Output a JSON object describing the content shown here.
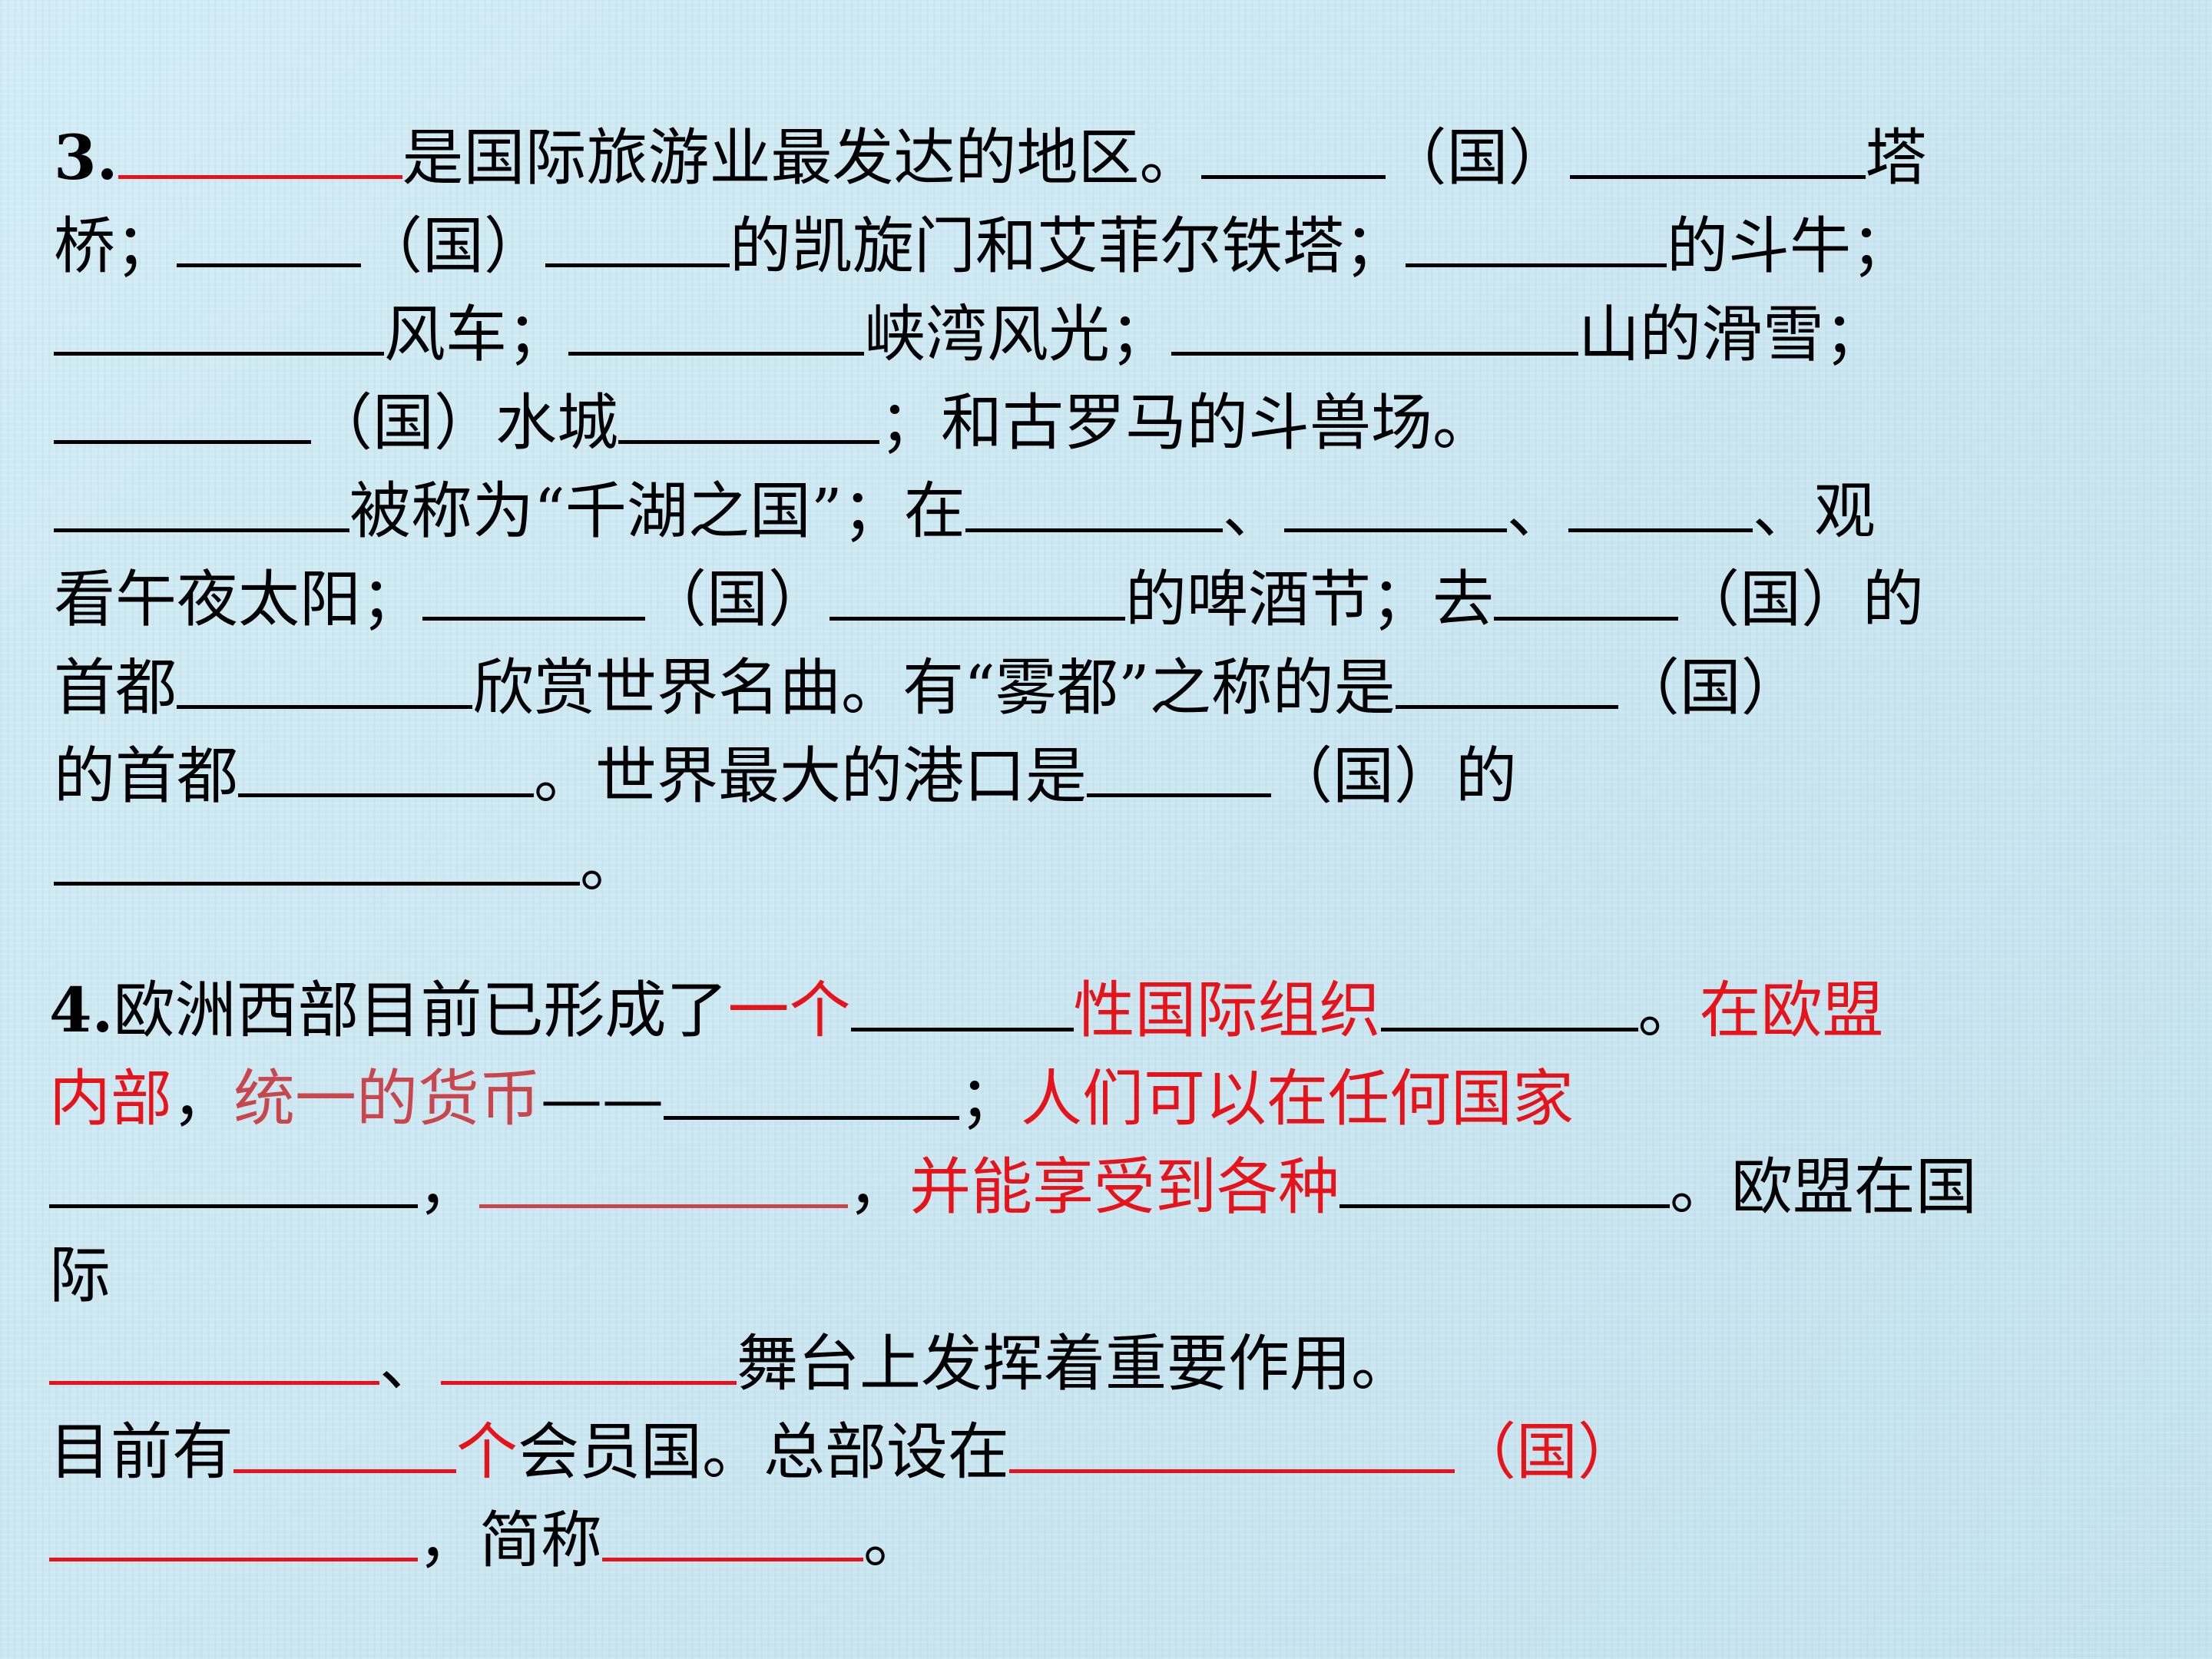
{
  "q3": {
    "number": "3.",
    "l1": {
      "t1": "是国际旅游业最发达的地区。",
      "t2": "（国）",
      "t3": "塔"
    },
    "l2": {
      "t1": "桥；",
      "t2": "（国）",
      "t3": "的凯旋门和艾菲尔铁塔；",
      "t4": "的斗牛；"
    },
    "l3": {
      "t1": "风车；",
      "t2": "峡湾风光；",
      "t3": "山的滑雪；"
    },
    "l4": {
      "t1": "（国）水城",
      "t2": "；和古罗马的斗兽场。"
    },
    "l5": {
      "t1": "被称为“千湖之国”；在",
      "t2": "、",
      "t3": "、",
      "t4": "、观"
    },
    "l6": {
      "t1": "看午夜太阳；",
      "t2": "（国）",
      "t3": "的啤酒节；去",
      "t4": "（国）的"
    },
    "l7": {
      "t1": "首都",
      "t2": "欣赏世界名曲。有“雾都”之称的是",
      "t3": "（国）"
    },
    "l8": {
      "t1": "的首都",
      "t2": "。世界最大的港口是",
      "t3": "（国）的"
    },
    "l9": {
      "t1": "。"
    }
  },
  "q4": {
    "number": "4.",
    "l1": {
      "t1": "欧洲西部目前已形成了",
      "t2": "一个",
      "t3": "性国际组织",
      "t4": "。",
      "t5": "在欧盟"
    },
    "l2": {
      "t1": "内部",
      "t2": "，",
      "t3": "统一的货币",
      "t4": "——",
      "t5": "；",
      "t6": "人们可以在任何国家"
    },
    "l3": {
      "t1": "，",
      "t2": "，",
      "t3": "并能享受到各种",
      "t4": "。欧盟在国"
    },
    "l4": {
      "t1": "际"
    },
    "l5": {
      "t1": "、",
      "t2": "舞台上发挥着重要作用。"
    },
    "l6": {
      "t1": "目前有",
      "t2": "个",
      "t3": "会员国。总部设在",
      "t4": "（国）"
    },
    "l7": {
      "t1": "，简称",
      "t2": "。"
    }
  },
  "colors": {
    "text": "#000000",
    "accent_red": "#e6141a",
    "muted_red": "#c8464c",
    "background": "#cde8f2"
  }
}
